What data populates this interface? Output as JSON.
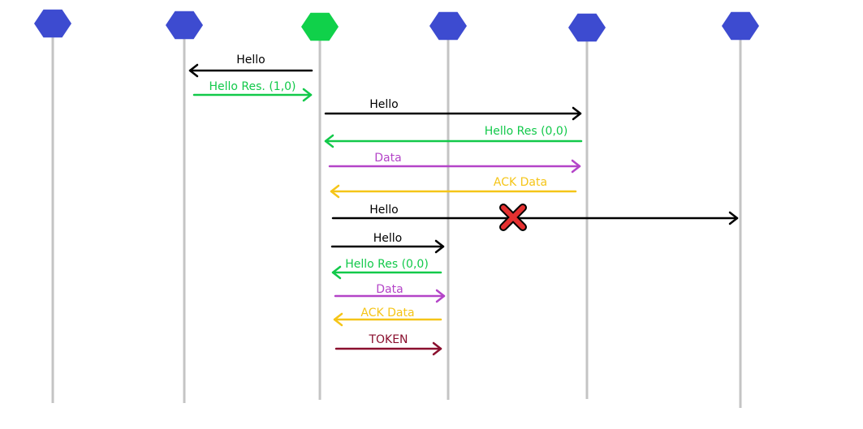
{
  "colors": {
    "node_default": "#3d4bd0",
    "node_active": "#10d14a",
    "lifeline": "#c4c4c4",
    "black": "#000000",
    "green": "#12c94a",
    "purple": "#b444c8",
    "yellow": "#f5c518",
    "maroon": "#8a0f2e",
    "cross": "#e53030"
  },
  "nodes": [
    {
      "id": "n1",
      "state": "default"
    },
    {
      "id": "n2",
      "state": "default"
    },
    {
      "id": "n3",
      "state": "active"
    },
    {
      "id": "n4",
      "state": "default"
    },
    {
      "id": "n5",
      "state": "default"
    },
    {
      "id": "n6",
      "state": "default"
    }
  ],
  "messages": [
    {
      "label": "Hello",
      "from": 2,
      "to": 1,
      "color": "black"
    },
    {
      "label": "Hello Res. (1,0)",
      "from": 1,
      "to": 2,
      "color": "green"
    },
    {
      "label": "Hello",
      "from": 2,
      "to": 4,
      "color": "black"
    },
    {
      "label": "Hello Res (0,0)",
      "from": 4,
      "to": 2,
      "color": "green"
    },
    {
      "label": "Data",
      "from": 2,
      "to": 4,
      "color": "purple"
    },
    {
      "label": "ACK Data",
      "from": 4,
      "to": 2,
      "color": "yellow"
    },
    {
      "label": "Hello",
      "from": 2,
      "to": 5,
      "color": "black",
      "lost": true
    },
    {
      "label": "Hello",
      "from": 2,
      "to": 3,
      "color": "black"
    },
    {
      "label": "Hello Res (0,0)",
      "from": 3,
      "to": 2,
      "color": "green"
    },
    {
      "label": "Data",
      "from": 2,
      "to": 3,
      "color": "purple"
    },
    {
      "label": "ACK Data",
      "from": 3,
      "to": 2,
      "color": "yellow"
    },
    {
      "label": "TOKEN",
      "from": 2,
      "to": 3,
      "color": "maroon"
    }
  ]
}
